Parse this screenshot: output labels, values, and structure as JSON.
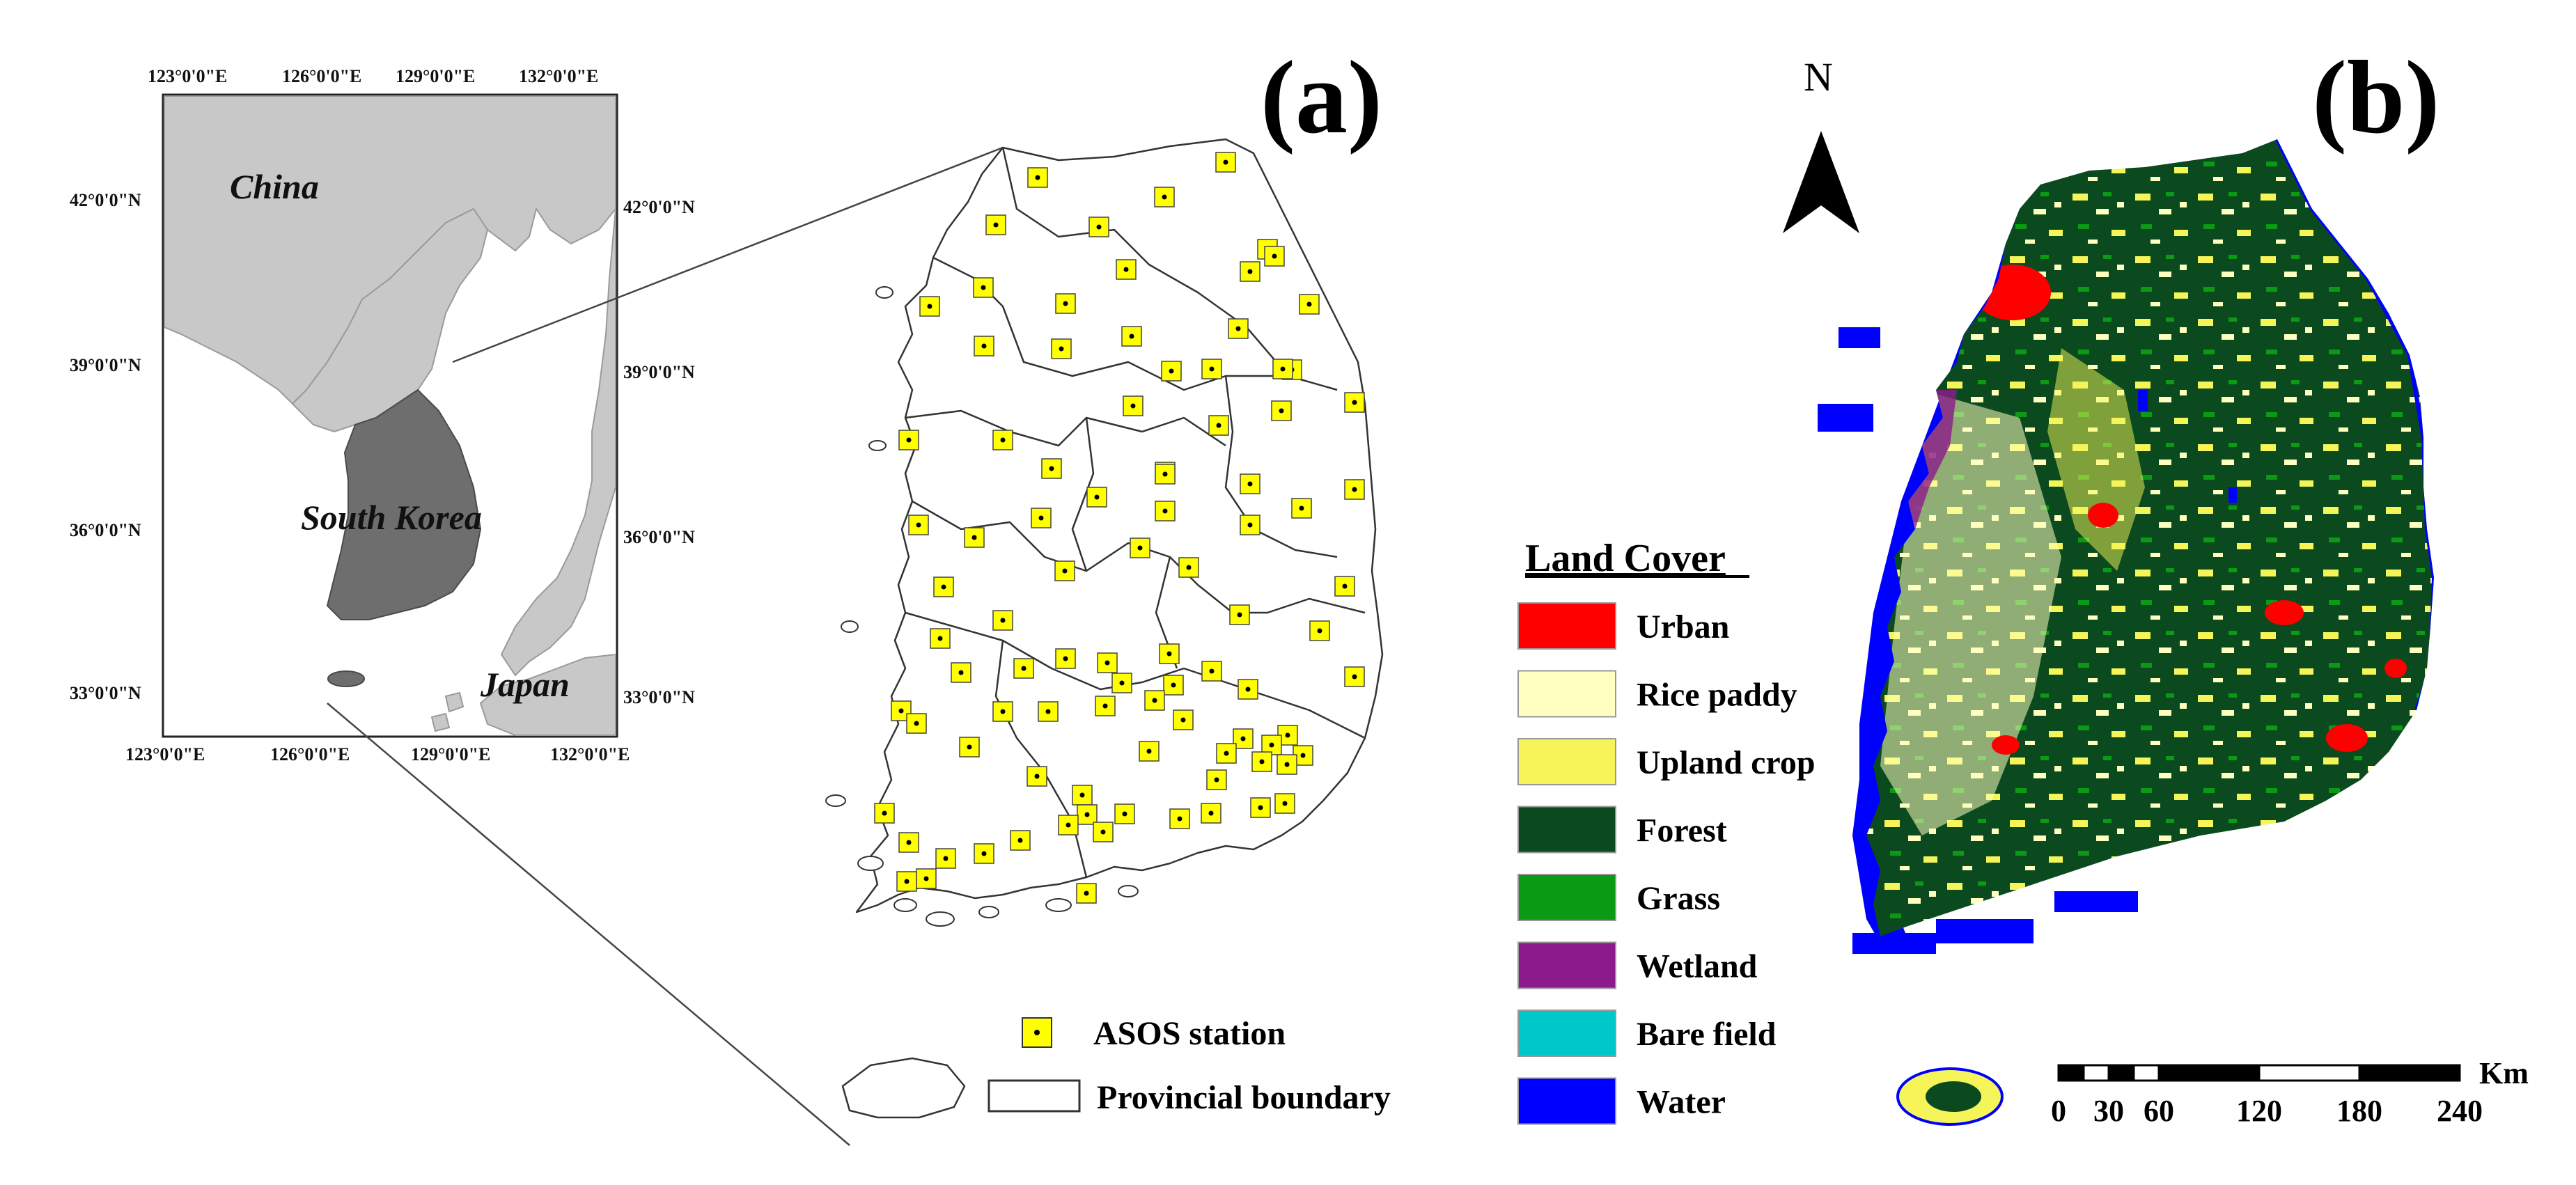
{
  "panels": {
    "a": "(a)",
    "b": "(b)"
  },
  "inset": {
    "countries": {
      "china": "China",
      "south_korea": "South Korea",
      "japan": "Japan"
    },
    "lon_labels": [
      "123°0'0\"E",
      "126°0'0\"E",
      "129°0'0\"E",
      "132°0'0\"E"
    ],
    "lat_labels": [
      "42°0'0\"N",
      "39°0'0\"N",
      "36°0'0\"N",
      "33°0'0\"N"
    ],
    "colors": {
      "land": "#c8c8c8",
      "korea": "#6e6e6e",
      "sea": "#ffffff"
    }
  },
  "stations_legend": {
    "station": "ASOS station",
    "boundary": "Provincial boundary"
  },
  "station_color": "#ffff00",
  "north_arrow": "N",
  "land_cover": {
    "title": "Land Cover",
    "classes": [
      {
        "label": "Urban",
        "color": "#ff0000"
      },
      {
        "label": "Rice paddy",
        "color": "#ffffc0"
      },
      {
        "label": "Upland crop",
        "color": "#f5f55a"
      },
      {
        "label": "Forest",
        "color": "#0a4a1e"
      },
      {
        "label": "Grass",
        "color": "#0a9a14"
      },
      {
        "label": "Wetland",
        "color": "#8c1a8c"
      },
      {
        "label": "Bare field",
        "color": "#00c8c8"
      },
      {
        "label": "Water",
        "color": "#0000ff"
      }
    ]
  },
  "scale_bar": {
    "unit": "Km",
    "ticks": [
      "0",
      "30",
      "60",
      "120",
      "180",
      "240"
    ]
  }
}
